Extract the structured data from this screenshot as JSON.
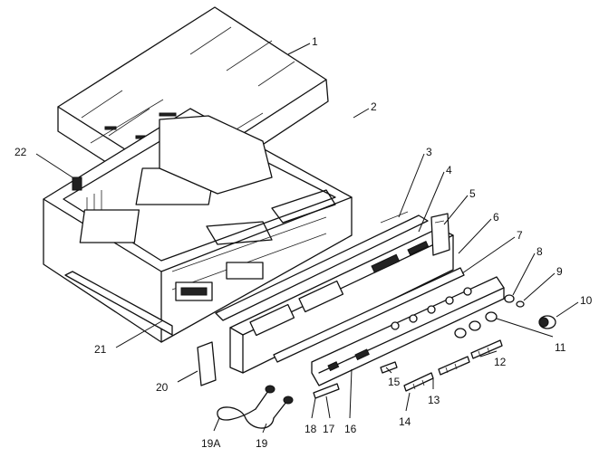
{
  "callouts": [
    {
      "id": "1",
      "label": "1"
    },
    {
      "id": "2",
      "label": "2"
    },
    {
      "id": "3",
      "label": "3"
    },
    {
      "id": "4",
      "label": "4"
    },
    {
      "id": "5",
      "label": "5"
    },
    {
      "id": "6",
      "label": "6"
    },
    {
      "id": "7",
      "label": "7"
    },
    {
      "id": "8",
      "label": "8"
    },
    {
      "id": "9",
      "label": "9"
    },
    {
      "id": "10",
      "label": "10"
    },
    {
      "id": "11",
      "label": "11"
    },
    {
      "id": "12",
      "label": "12"
    },
    {
      "id": "13",
      "label": "13"
    },
    {
      "id": "14",
      "label": "14"
    },
    {
      "id": "15",
      "label": "15"
    },
    {
      "id": "16",
      "label": "16"
    },
    {
      "id": "17",
      "label": "17"
    },
    {
      "id": "18",
      "label": "18"
    },
    {
      "id": "19",
      "label": "19"
    },
    {
      "id": "19A",
      "label": "19A"
    },
    {
      "id": "20",
      "label": "20"
    },
    {
      "id": "21",
      "label": "21"
    },
    {
      "id": "22",
      "label": "22"
    }
  ],
  "colors": {
    "ink": "#111111",
    "paper": "#ffffff"
  }
}
